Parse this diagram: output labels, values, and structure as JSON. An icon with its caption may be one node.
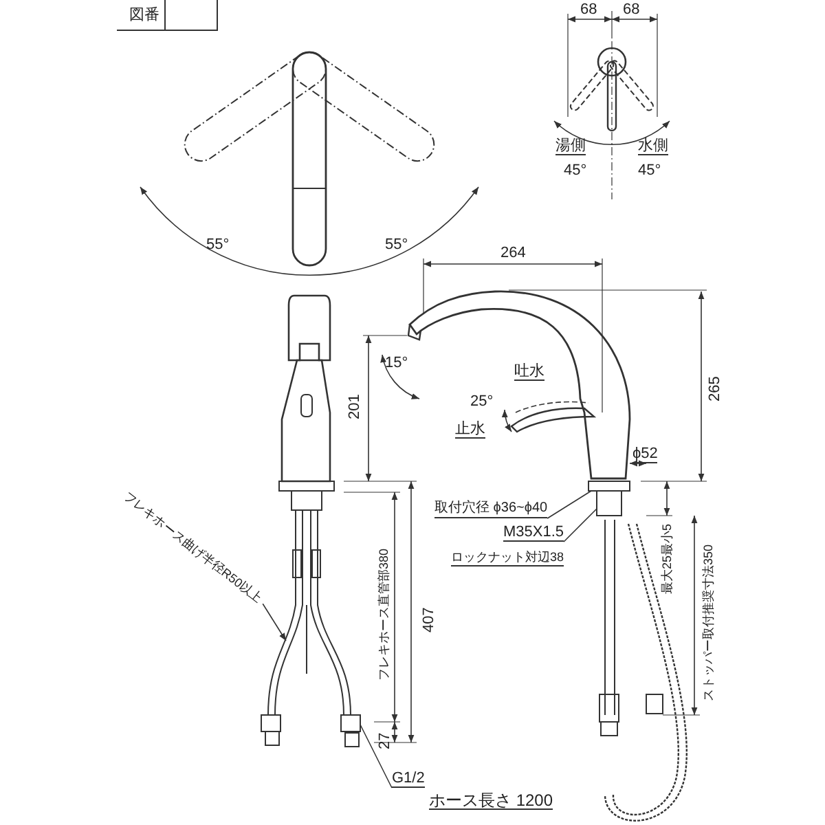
{
  "diagram": {
    "nodes": [
      {
        "text": [
          "フレキホース曲げ半径R50以上"
        ]
      },
      {
        "text": [
          "取付穴径 ϕ36~ϕ40"
        ]
      },
      {
        "text": [
          "M35X1.5"
        ]
      },
      {
        "text": [
          "G1/2"
        ]
      },
      {
        "text": [],
        "shape": "picture"
      },
      {
        "text": [],
        "shape": "box"
      },
      {
        "text": [],
        "shape": "box"
      },
      {
        "text": [],
        "shape": "box"
      }
    ],
    "edges": [
      {
        "from": 0,
        "to": 4,
        "arrow": "to"
      },
      {
        "from": 1,
        "to": 5,
        "arrow": "none"
      },
      {
        "from": 2,
        "to": 6,
        "arrow": "none"
      },
      {
        "from": 3,
        "to": 7,
        "arrow": "none"
      }
    ],
    "labels": [
      "図番",
      "68",
      "68",
      "湯側",
      "水側",
      "45°",
      "45°",
      "55°",
      "55°",
      "264",
      "15°",
      "吐水",
      "25°",
      "止水",
      "201",
      "265",
      "ϕ52",
      "ロックナット対辺38",
      "最大25最小5",
      "フレキホース直管部380",
      "407",
      "ストッパー取付推奨寸法350",
      "27",
      "ホース長さ 1200"
    ]
  }
}
